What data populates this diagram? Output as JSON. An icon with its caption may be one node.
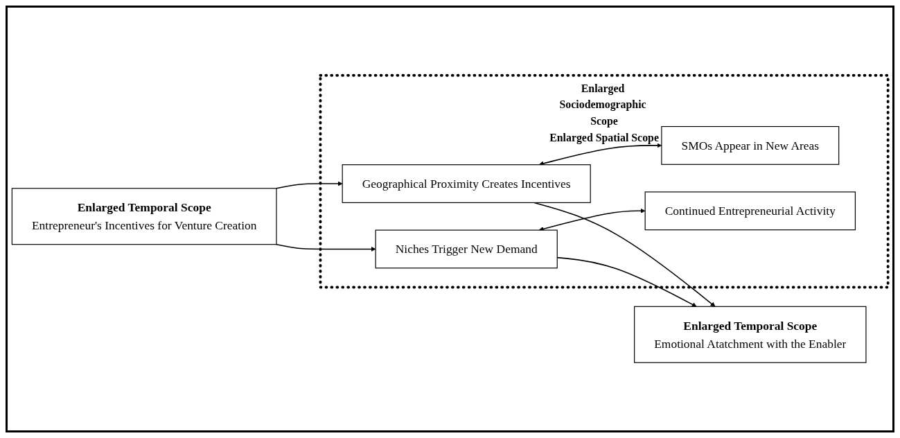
{
  "diagram": {
    "nodes": [
      {
        "text": [
          "Enlarged Temporal Scope",
          "Entrepreneur's Incentives for Venture Creation"
        ]
      },
      {
        "text": [
          "Enlarged Sociodemographic Scope",
          "Enlarged Spatial Scope"
        ]
      },
      {
        "text": [
          "Geographical Proximity Creates Incentives"
        ],
        "in": 1
      },
      {
        "text": [
          "SMOs Appear in New Areas"
        ],
        "in": 1
      },
      {
        "text": [
          "Niches Trigger New Demand"
        ],
        "in": 1
      },
      {
        "text": [
          "Continued Entrepreneurial Activity"
        ],
        "in": 1
      },
      {
        "text": [
          "Enlarged Temporal Scope",
          "Emotional Atatchment with the Enabler"
        ]
      }
    ],
    "edges": [
      {
        "from": 0,
        "to": 2,
        "arrow": "to"
      },
      {
        "from": 0,
        "to": 4,
        "arrow": "to"
      },
      {
        "from": 2,
        "to": 3,
        "arrow": "both"
      },
      {
        "from": 4,
        "to": 5,
        "arrow": "both"
      },
      {
        "from": 2,
        "to": 6,
        "arrow": "to"
      },
      {
        "from": 4,
        "to": 6,
        "arrow": "to"
      }
    ]
  }
}
